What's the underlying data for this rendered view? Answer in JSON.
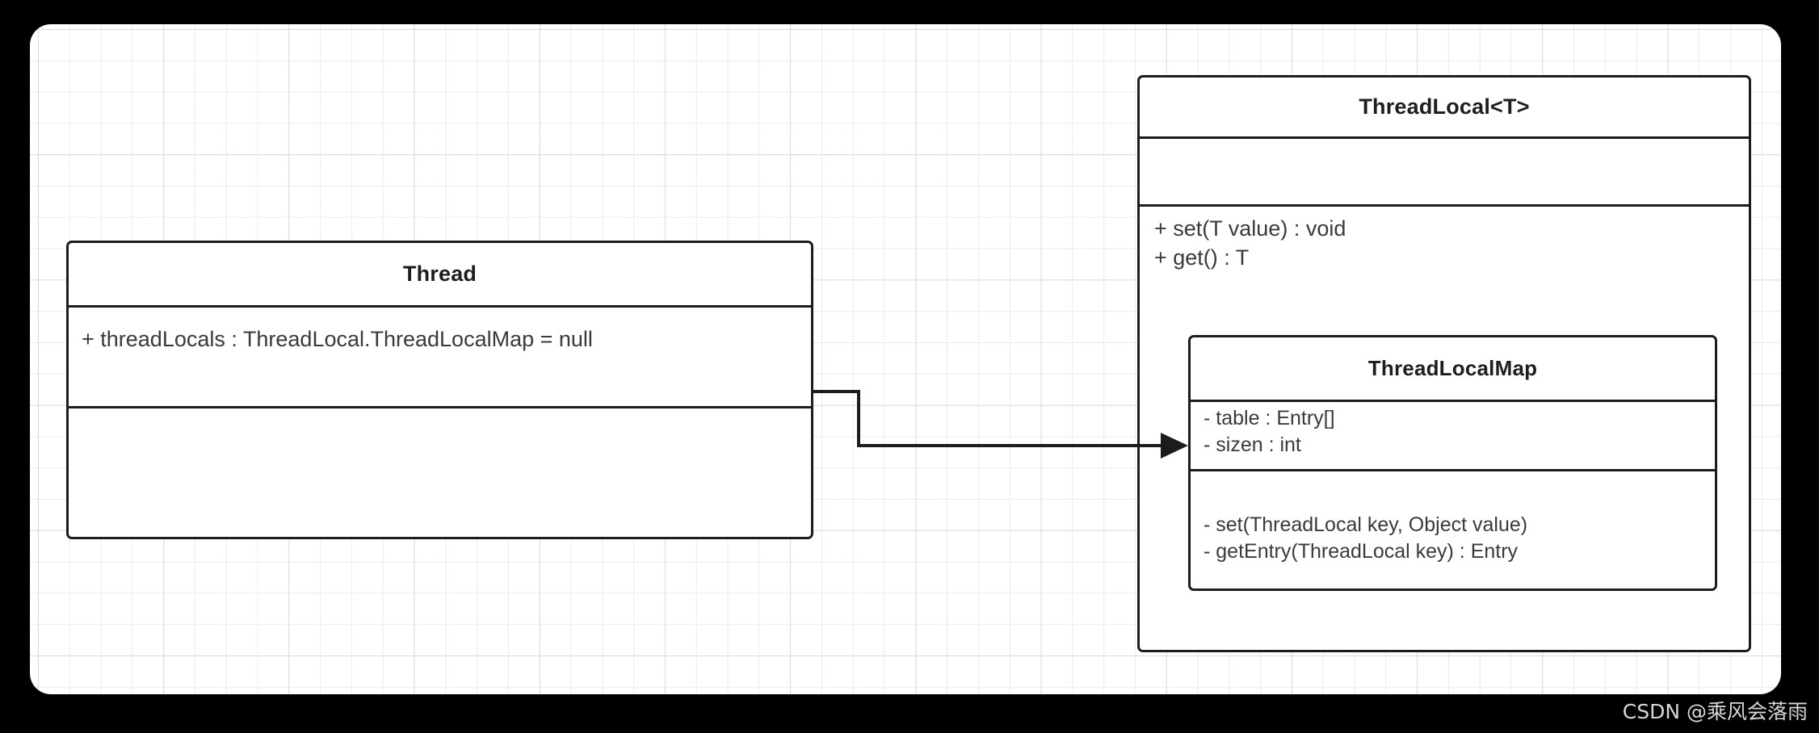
{
  "diagram": {
    "type": "uml-class-diagram",
    "classes": [
      {
        "id": "thread",
        "name": "Thread",
        "attributes": [
          "+ threadLocals : ThreadLocal.ThreadLocalMap = null"
        ],
        "methods": []
      },
      {
        "id": "threadlocal",
        "name": "ThreadLocal<T>",
        "attributes": [],
        "methods": [
          "+ set(T value) : void",
          "+ get() : T"
        ]
      },
      {
        "id": "threadlocalmap",
        "name": "ThreadLocalMap",
        "attributes": [
          "- table : Entry[]",
          "- sizen : int"
        ],
        "methods": [
          "- set(ThreadLocal key, Object value)",
          "- getEntry(ThreadLocal key) :  Entry"
        ]
      }
    ],
    "relations": [
      {
        "from": "thread",
        "to": "threadlocalmap",
        "style": "orthogonal",
        "arrowhead": "filled-triangle"
      }
    ]
  },
  "watermark": {
    "text": "CSDN @乘风会落雨"
  },
  "colors": {
    "canvas_background": "#ffffff",
    "page_background": "#000000",
    "box_border": "#1c1c1c",
    "title_text": "#1e1e1e",
    "member_text": "#3a3a3a",
    "grid_line": "#e9e9e9",
    "watermark_text": "#d8d8d8"
  }
}
